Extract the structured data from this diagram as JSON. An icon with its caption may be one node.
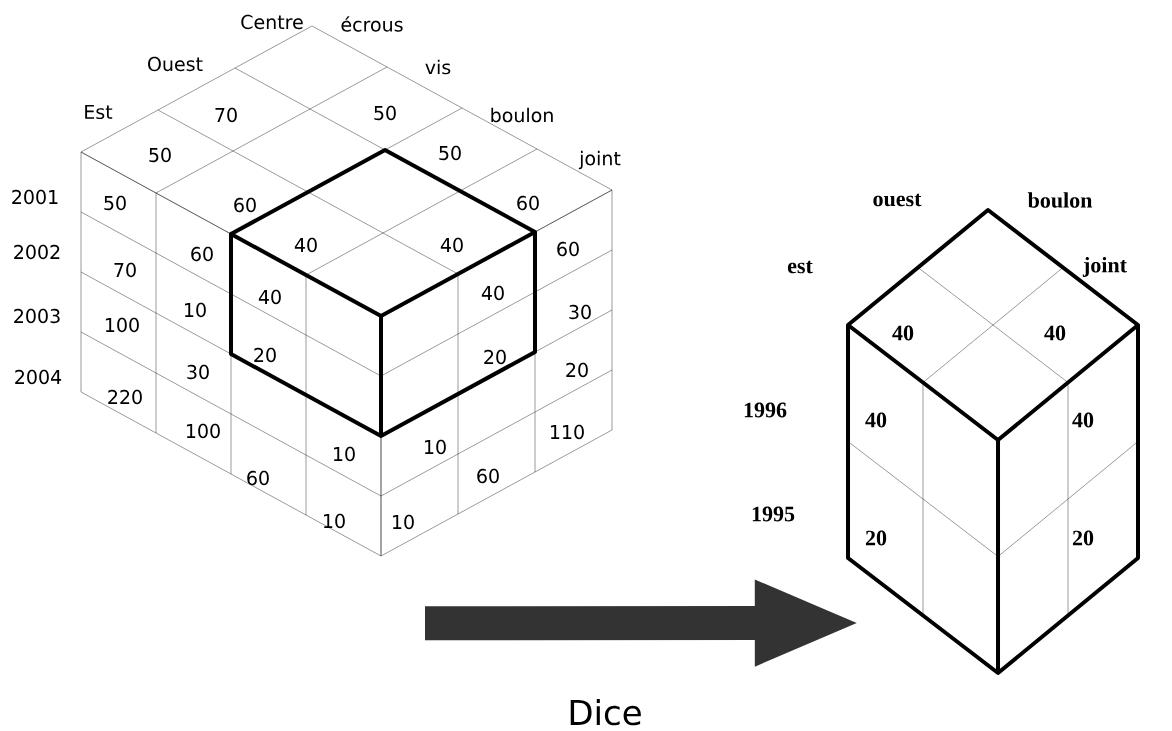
{
  "diagram": {
    "nodes": [
      {
        "text": [],
        "shape": "cube"
      },
      {
        "text": [],
        "shape": "cube"
      }
    ],
    "edges": [
      {
        "from": 0,
        "to": 1,
        "arrow": "to",
        "label": "Dice"
      }
    ],
    "labels": [
      "Centre",
      "écrous",
      "Ouest",
      "vis",
      "Est",
      "70",
      "50",
      "boulon",
      "50",
      "50",
      "joint",
      "2001",
      "50",
      "60",
      "60",
      "40",
      "40",
      "2002",
      "60",
      "60",
      "70",
      "40",
      "40",
      "2003",
      "10",
      "30",
      "100",
      "20",
      "20",
      "30",
      "20",
      "2004",
      "220",
      "100",
      "110",
      "10",
      "10",
      "60",
      "60",
      "10",
      "10",
      "ouest",
      "boulon",
      "est",
      "joint",
      "40",
      "40",
      "1996",
      "40",
      "40",
      "1995",
      "20",
      "20"
    ]
  }
}
